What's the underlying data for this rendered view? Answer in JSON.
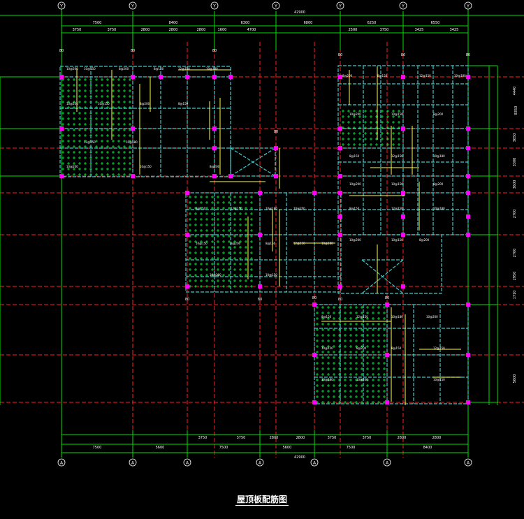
{
  "title": "屋顶板配筋图",
  "axes_top": [
    "Y",
    "Y",
    "Y",
    "Y",
    "Y",
    "Y",
    "Y"
  ],
  "axes_bottom": [
    "A",
    "A",
    "A",
    "A",
    "A",
    "A",
    "A"
  ],
  "dims": {
    "top_total": "42900",
    "top_row1": [
      "7500",
      "8400",
      "6300",
      "6800",
      "6250",
      "6550"
    ],
    "top_row2": [
      "3750",
      "3750",
      "2800",
      "2800",
      "2800",
      "1600",
      "4700",
      "2500",
      "3750",
      "3425",
      "3425"
    ],
    "bottom_row1": [
      "3750",
      "3750",
      "2800",
      "2800",
      "3750",
      "3750",
      "2800",
      "2800"
    ],
    "bottom_row2": [
      "7500",
      "5600",
      "7500",
      "5600",
      "7500",
      "8400"
    ],
    "bottom_total": "42900",
    "right": [
      "4440",
      "3650",
      "3300",
      "3600",
      "2700",
      "2700",
      "2950",
      "1710",
      "5600"
    ],
    "right_total": "8350"
  },
  "column_tags": [
    "80",
    "80",
    "80",
    "80",
    "80",
    "80",
    "80",
    "80",
    "80",
    "80",
    "80",
    "80"
  ],
  "slab_labels": [
    "10@200",
    "10@150",
    "8@200",
    "8@150",
    "12@150",
    "10@180"
  ],
  "colors": {
    "background": "#000000",
    "axis_line": "#ff2020",
    "dim_line": "#00e000",
    "wall": "#40c8c8",
    "column": "#ff00ff",
    "rebar": "#ffff40",
    "hatch": "#00ff40",
    "label": "#ffffff"
  }
}
